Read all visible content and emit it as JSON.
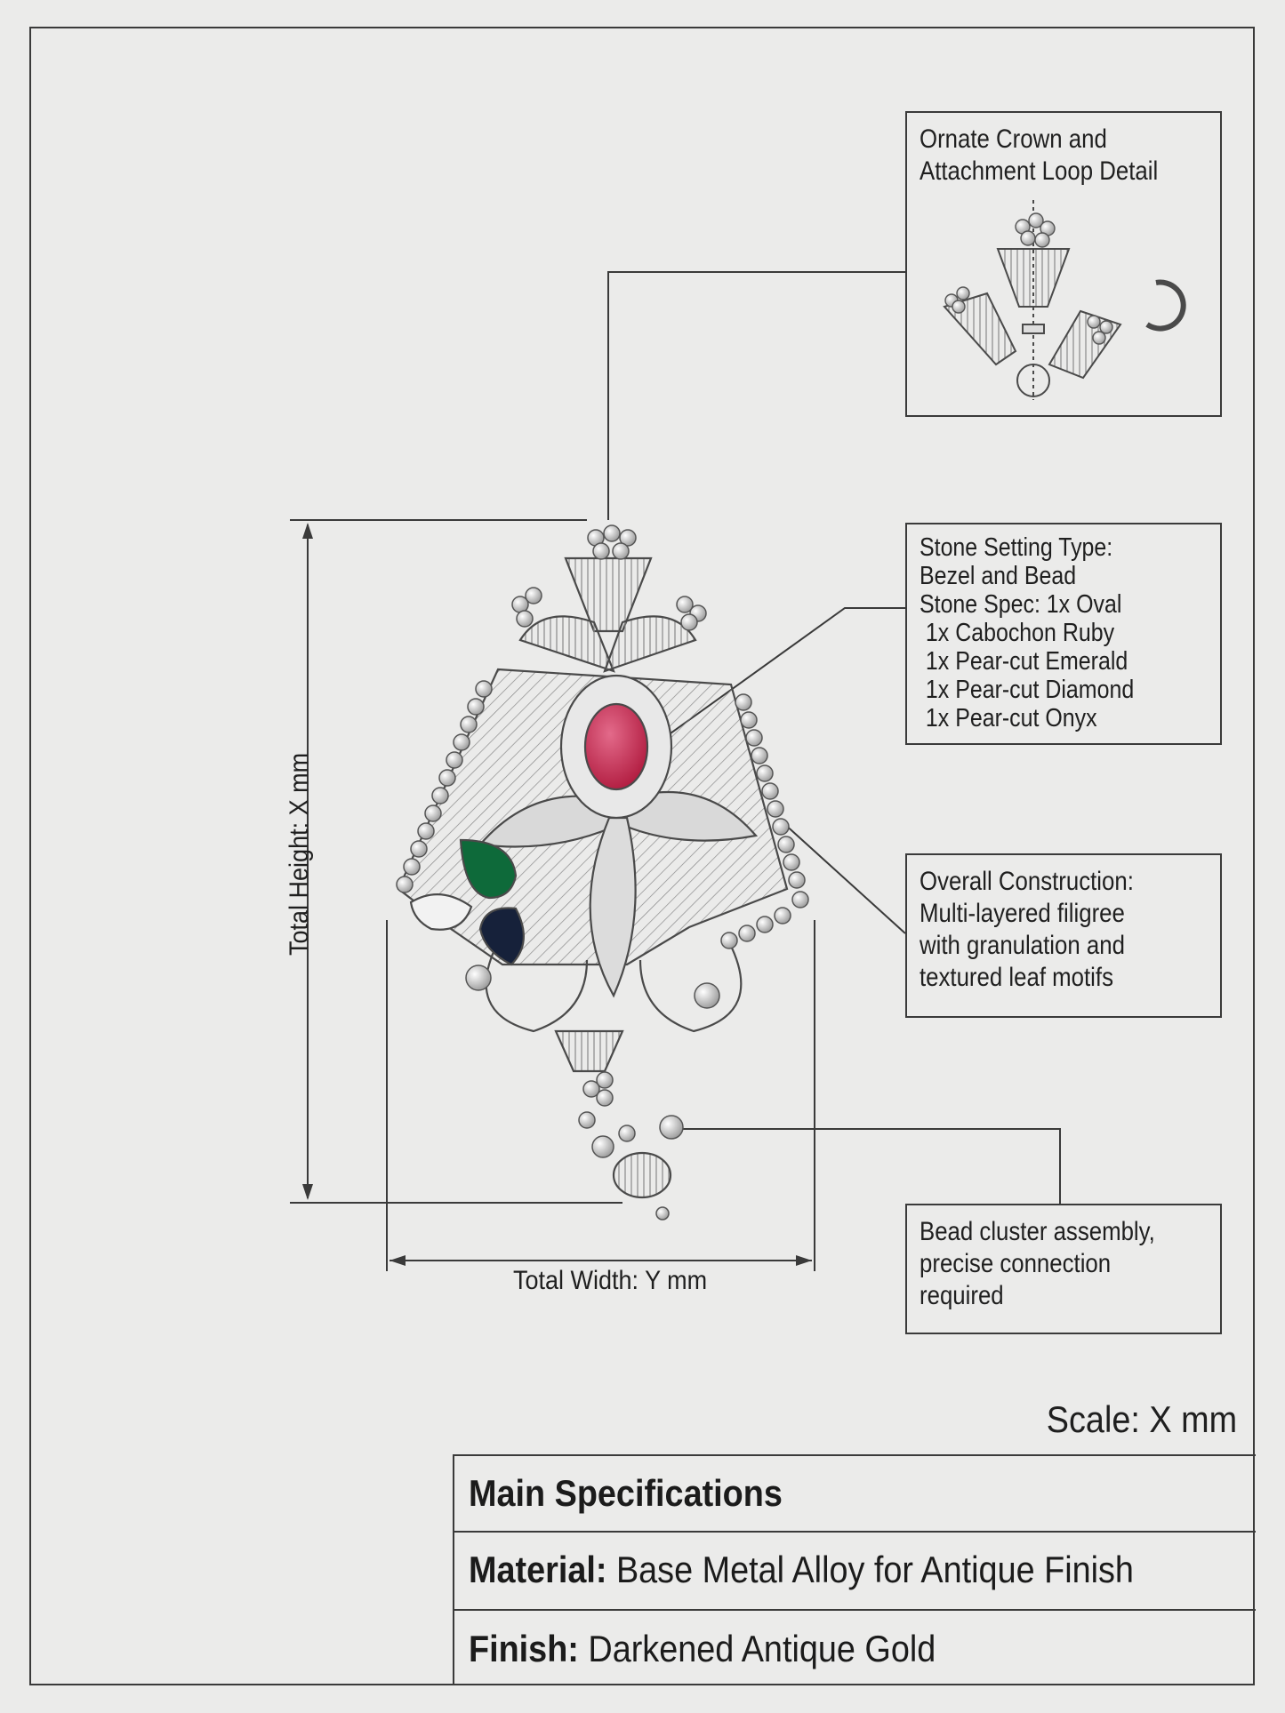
{
  "callouts": {
    "crown": {
      "text": "Ornate Crown and\nAttachment Loop Detail"
    },
    "stone": {
      "text": "Stone Setting Type:\nBezel and Bead\nStone Spec: 1x Oval\n 1x Cabochon Ruby\n 1x Pear-cut Emerald\n 1x Pear-cut Diamond\n 1x Pear-cut Onyx"
    },
    "construction": {
      "text": "Overall Construction:\nMulti-layered filigree\nwith granulation and\ntextured leaf motifs"
    },
    "bead": {
      "text": "Bead cluster assembly,\nprecise connection\nrequired"
    }
  },
  "dimensions": {
    "height_label": "Total Height: X mm",
    "width_label": "Total Width: Y mm"
  },
  "scale_label": "Scale: X mm",
  "specs": {
    "title": "Main Specifications",
    "material_key": "Material:",
    "material_value": "Base Metal Alloy for Antique Finish",
    "finish_key": "Finish:",
    "finish_value": "Darkened Antique Gold"
  },
  "colors": {
    "ruby": "#b01a3e",
    "emerald": "#0e6a3a",
    "onyx": "#16213a",
    "line": "#3a3a3a",
    "paper": "#ebebea"
  }
}
